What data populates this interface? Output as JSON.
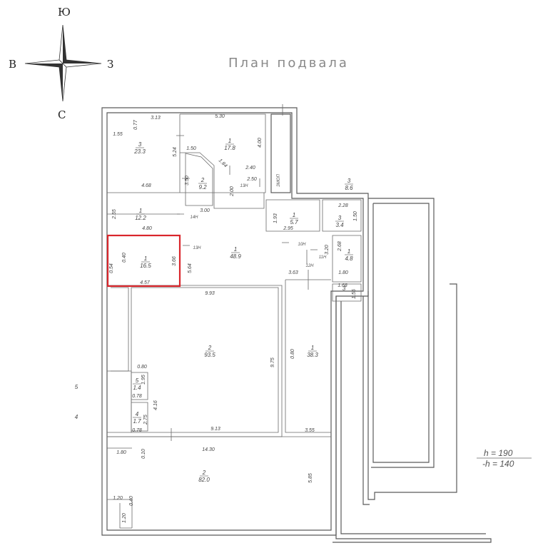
{
  "title": "План подвала",
  "compass": {
    "north": "Ю",
    "south": "С",
    "west": "В",
    "east": "З"
  },
  "heights": {
    "h": "h = 190",
    "minus_h": "-h = 140"
  },
  "highlight_color": "#d9262c",
  "rooms": [
    {
      "id": "r1",
      "num": "3",
      "area": "23.3"
    },
    {
      "id": "r2",
      "num": "1",
      "area": "17.8"
    },
    {
      "id": "r3",
      "num": "2",
      "area": "9.2"
    },
    {
      "id": "r4",
      "num": "1",
      "area": "12.2"
    },
    {
      "id": "r5",
      "num": "1",
      "area": "16.5"
    },
    {
      "id": "r6",
      "num": "1",
      "area": "48.9"
    },
    {
      "id": "r7",
      "num": "3",
      "area": "8.6"
    },
    {
      "id": "r8",
      "num": "1",
      "area": "5.7"
    },
    {
      "id": "r9",
      "num": "3",
      "area": "3.4"
    },
    {
      "id": "r10",
      "num": "1",
      "area": "4.8"
    },
    {
      "id": "r11",
      "num": "3",
      "area": ""
    },
    {
      "id": "r12",
      "num": "2",
      "area": "93.5"
    },
    {
      "id": "r13",
      "num": "1",
      "area": "38.3"
    },
    {
      "id": "r14",
      "num": "5",
      "area": ""
    },
    {
      "id": "r15",
      "num": "4",
      "area": ""
    },
    {
      "id": "r16",
      "num": "2",
      "area": "82.0"
    },
    {
      "id": "r17",
      "num": "5",
      "area": "1.4"
    },
    {
      "id": "r18",
      "num": "4",
      "area": "1.7"
    }
  ],
  "dimensions": [
    "3.13",
    "0.77",
    "1.55",
    "5.30",
    "4.00",
    "5.24",
    "1.50",
    "1.84",
    "2.40",
    "3.50",
    "2.50",
    "2.00",
    "13Н",
    "ЗМОП",
    "4.68",
    "2.55",
    "3.00",
    "4.80",
    "14Н",
    "1.93",
    "2.95",
    "2.28",
    "1.50",
    "0.40",
    "0.54",
    "3.66",
    "5.64",
    "13Н",
    "4.57",
    "10Н",
    "3.20",
    "2.68",
    "11Н",
    "12Н",
    "3.63",
    "1.80",
    "1.68",
    "1.55",
    "9.93",
    "9.75",
    "0.80",
    "0.80",
    "1.95",
    "0.78",
    "4.16",
    "2.75",
    "0.78",
    "9.13",
    "3.55",
    "14.30",
    "1.80",
    "0.10",
    "5.85",
    "1.20",
    "0.40",
    "1.20"
  ]
}
